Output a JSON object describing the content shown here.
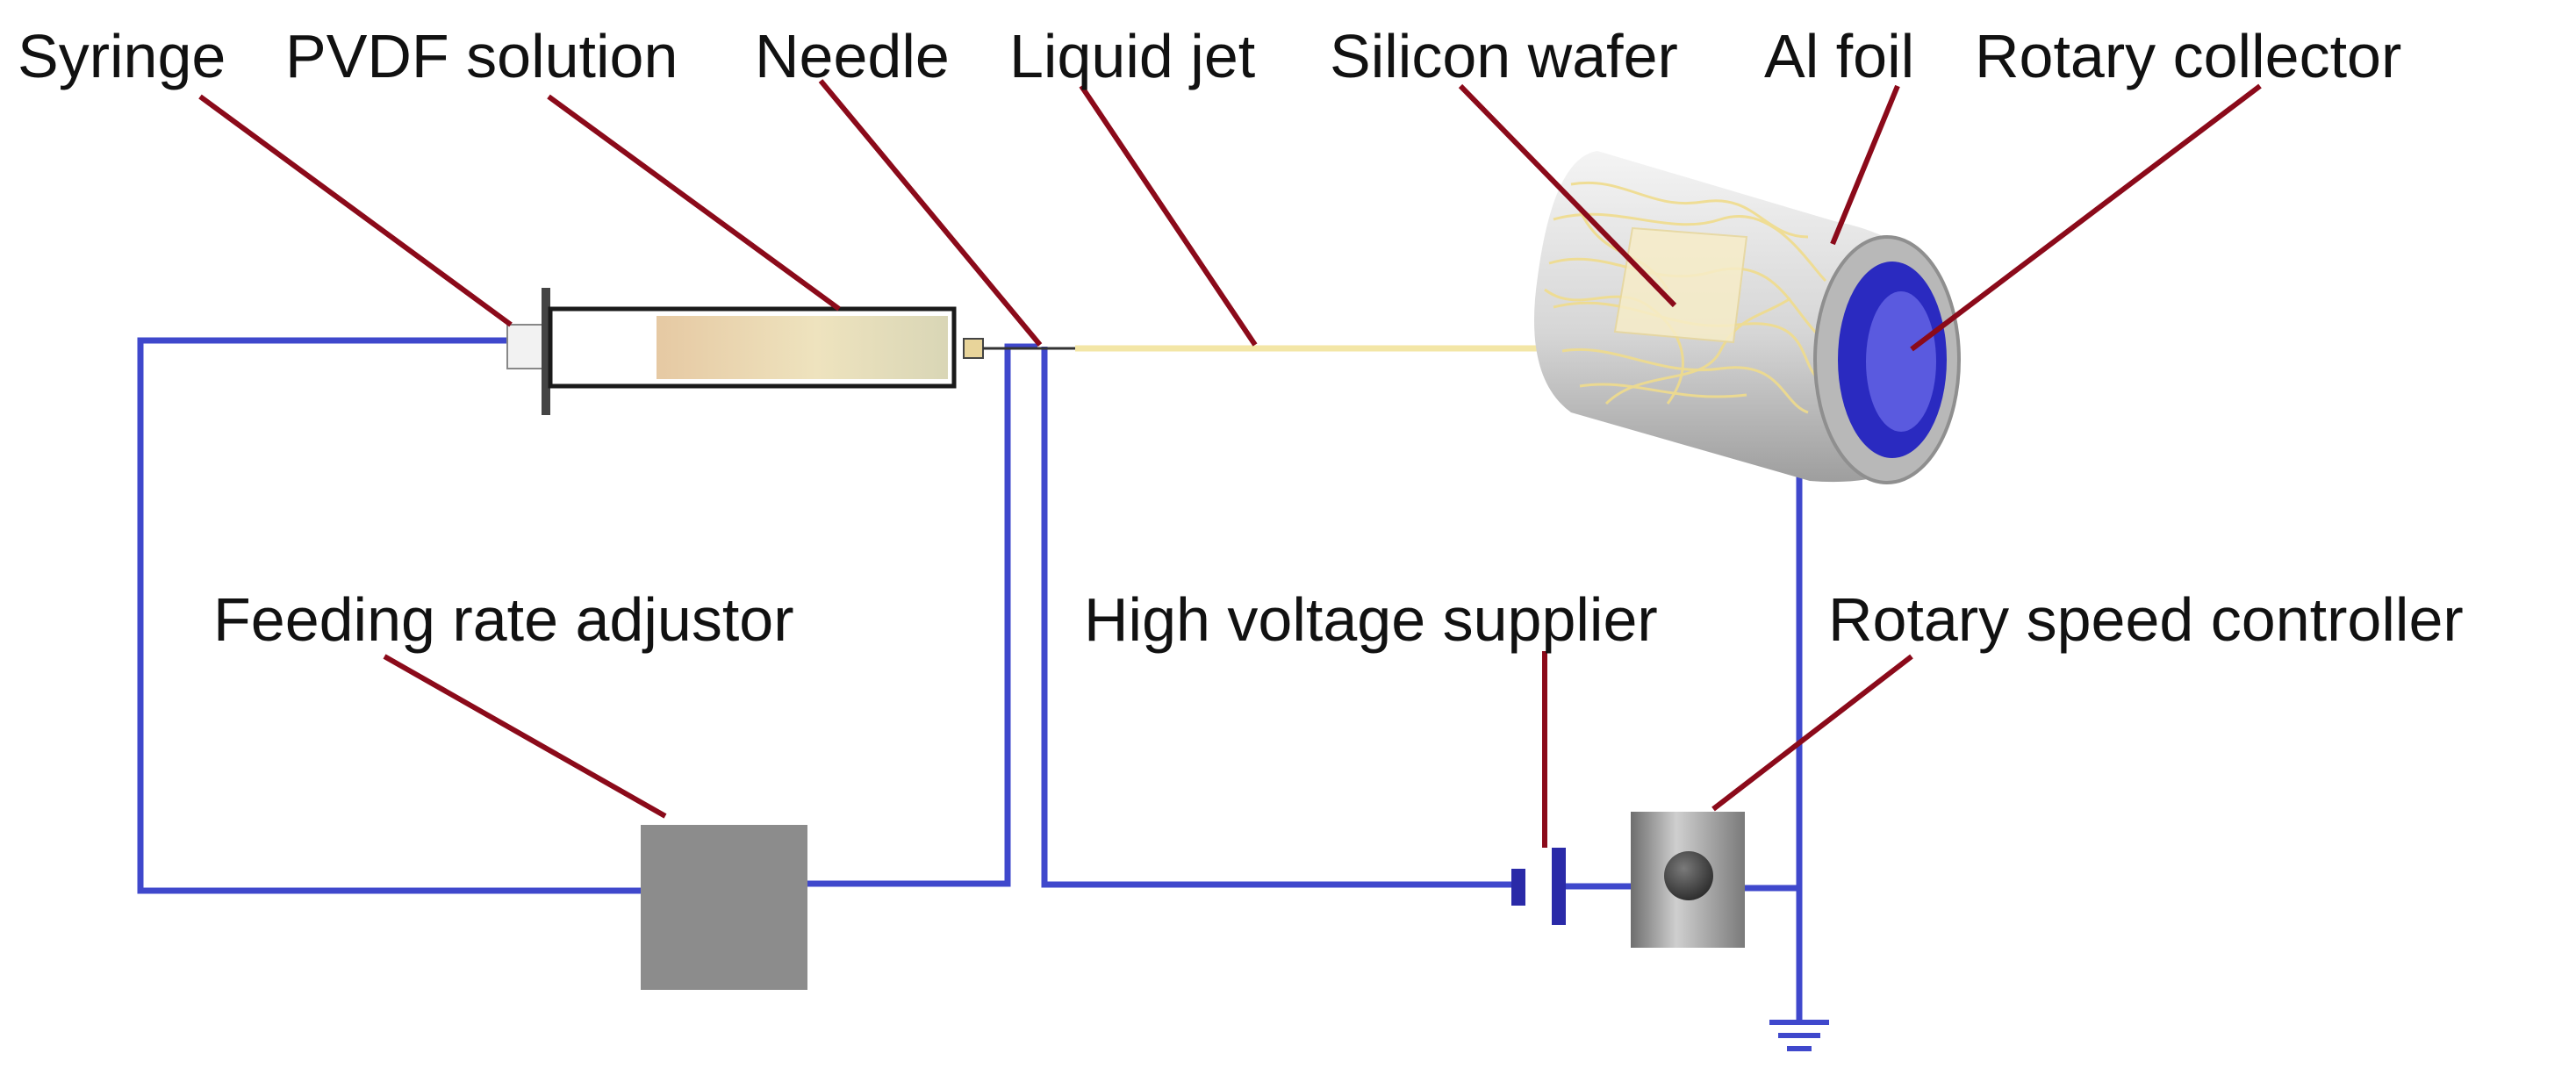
{
  "labels": {
    "syringe": "Syringe",
    "pvdf_solution": "PVDF solution",
    "needle": "Needle",
    "liquid_jet": "Liquid jet",
    "silicon_wafer": "Silicon wafer",
    "al_foil": "Al foil",
    "rotary_collector": "Rotary collector",
    "feeding_rate_adjustor": "Feeding rate adjustor",
    "high_voltage_supplier": "High voltage supplier",
    "rotary_speed_controller": "Rotary speed controller"
  },
  "colors": {
    "wire": "#3f48cc",
    "leader": "#8b0a1a",
    "text": "#111111",
    "solution": "#e8dcb0",
    "fiber": "#f3e6a6",
    "drum": "#d9d9d9",
    "drum_inner": "#2a2ac0",
    "box": "#8c8c8c"
  }
}
